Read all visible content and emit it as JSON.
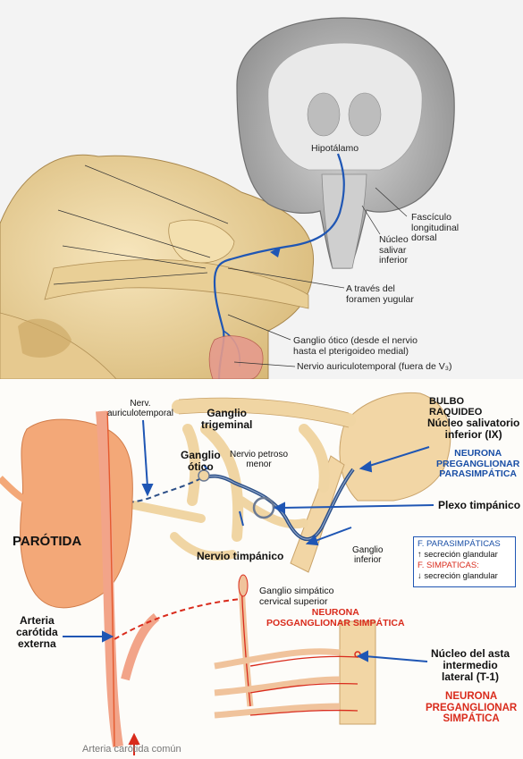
{
  "top_labels": {
    "hipotalamo": "Hipotálamo",
    "fasciculo": [
      "Fascículo",
      "longitudinal",
      "dorsal"
    ],
    "nucleo_salivar": [
      "Núcleo",
      "salivar",
      "inferior"
    ],
    "foramen": [
      "A través del",
      "foramen yugular"
    ],
    "ganglio_otico": [
      "Ganglio ótico (desde el nervio",
      "hasta el pterigoideo medial)"
    ],
    "auriculotemporal": "Nervio auriculotemporal (fuera de V₃)"
  },
  "bottom_labels": {
    "bulbo": "BULBO",
    "raquideo": "RAQUIDEO",
    "nucleo_salivatorio": [
      "Núcleo salivatorio",
      "inferior (IX)"
    ],
    "neurona_pre_para": [
      "NEURONA",
      "PREGANGLIONAR",
      "PARASIMPÁTICA"
    ],
    "nerv_auriculotemporal": [
      "Nerv.",
      "auriculotemporal"
    ],
    "ganglio_trigeminal": [
      "Ganglio",
      "trigeminal"
    ],
    "ganglio_otico": [
      "Ganglio",
      "ótico"
    ],
    "nervio_petroso": [
      "Nervio petroso",
      "menor"
    ],
    "plexo": "Plexo timpánico",
    "parotida": "PARÓTIDA",
    "nervio_timpanico": "Nervio timpánico",
    "ganglio_inferior": [
      "Ganglio",
      "inferior"
    ],
    "ganglio_simpatico": [
      "Ganglio simpático",
      "cervical superior"
    ],
    "neurona_pos_simp": [
      "NEURONA",
      "POSGANGLIONAR SIMPÁTICA"
    ],
    "arteria_externa": [
      "Arteria",
      "carótida",
      "externa"
    ],
    "nucleo_asta": [
      "Núcleo del asta",
      "intermedio",
      "lateral (T-1)"
    ],
    "neurona_pre_simp": [
      "NEURONA",
      "PREGANGLIONAR",
      "SIMPÁTICA"
    ],
    "arteria_comun": "Arteria carótida común"
  },
  "legend": {
    "para_title": "F. PARASIMPÁTICAS",
    "para_effect": "↑ secreción glandular",
    "simp_title": "F. SIMPATICAS:",
    "simp_effect": "↓ secreción glandular"
  },
  "colors": {
    "parasympathetic": "#1f56b4",
    "sympathetic": "#d92b1c",
    "nerve": "#f0d5a3"
  }
}
